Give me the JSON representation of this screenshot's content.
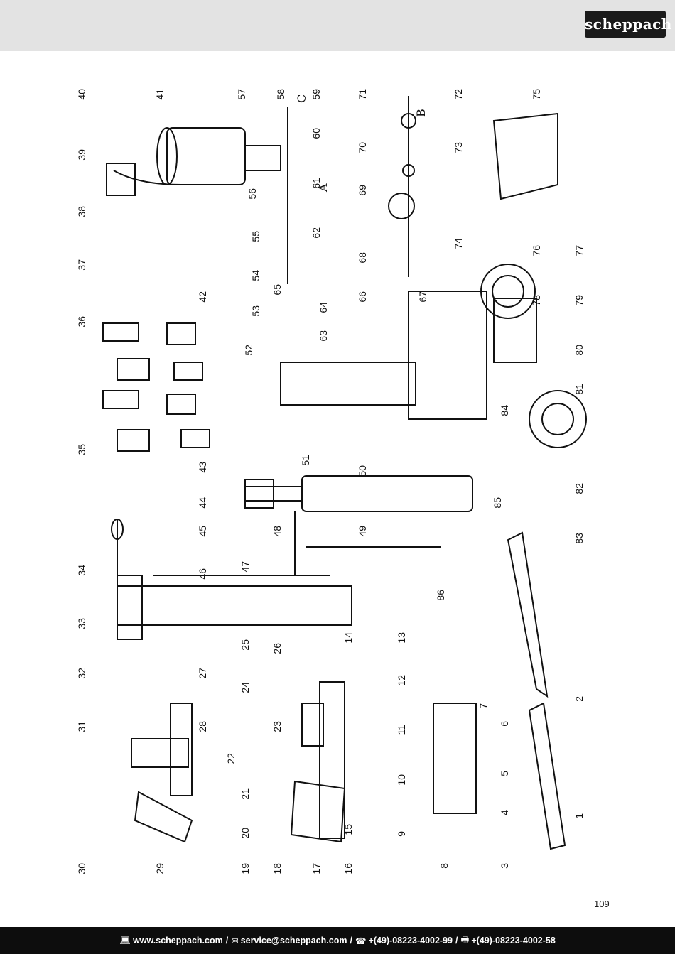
{
  "brand": {
    "logo_text": "scheppach"
  },
  "diagram": {
    "part_numbers": [
      "1",
      "2",
      "3",
      "4",
      "5",
      "6",
      "7",
      "8",
      "9",
      "10",
      "11",
      "12",
      "13",
      "14",
      "15",
      "16",
      "17",
      "18",
      "19",
      "20",
      "21",
      "22",
      "23",
      "24",
      "25",
      "26",
      "27",
      "28",
      "29",
      "30",
      "31",
      "32",
      "33",
      "34",
      "35",
      "36",
      "37",
      "38",
      "39",
      "40",
      "41",
      "42",
      "43",
      "44",
      "45",
      "46",
      "47",
      "48",
      "49",
      "50",
      "51",
      "52",
      "53",
      "54",
      "55",
      "56",
      "57",
      "58",
      "59",
      "60",
      "61",
      "62",
      "63",
      "64",
      "65",
      "66",
      "67",
      "68",
      "69",
      "70",
      "71",
      "72",
      "73",
      "74",
      "75",
      "76",
      "77",
      "78",
      "79",
      "80",
      "81",
      "82",
      "83",
      "84",
      "85",
      "86"
    ],
    "connection_letters": [
      "A",
      "B",
      "C"
    ]
  },
  "page": {
    "number": "109"
  },
  "footer": {
    "website": "www.scheppach.com",
    "email": "service@scheppach.com",
    "phone": "+(49)-08223-4002-99",
    "fax": "+(49)-08223-4002-58",
    "icons": [
      "computer-icon",
      "mail-icon",
      "phone-icon",
      "fax-icon"
    ]
  }
}
